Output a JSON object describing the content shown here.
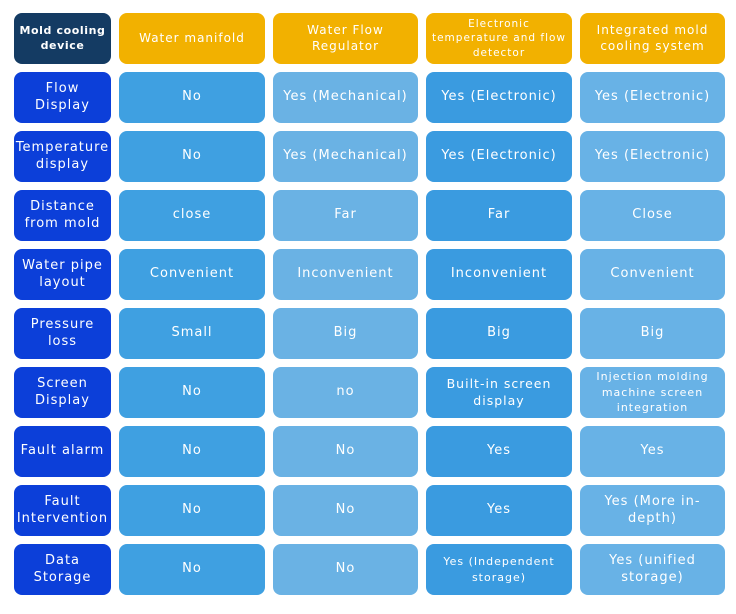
{
  "table": {
    "corner": "Mold cooling device",
    "columns": [
      "Water manifold",
      "Water Flow Regulator",
      "Electronic temperature and flow detector",
      "Integrated mold cooling system"
    ],
    "rows": [
      {
        "label": "Flow Display",
        "values": [
          "No",
          "Yes (Mechanical)",
          "Yes (Electronic)",
          "Yes (Electronic)"
        ]
      },
      {
        "label": "Temperature display",
        "values": [
          "No",
          "Yes (Mechanical)",
          "Yes (Electronic)",
          "Yes (Electronic)"
        ]
      },
      {
        "label": "Distance from mold",
        "values": [
          "close",
          "Far",
          "Far",
          "Close"
        ]
      },
      {
        "label": "Water pipe layout",
        "values": [
          "Convenient",
          "Inconvenient",
          "Inconvenient",
          "Convenient"
        ]
      },
      {
        "label": "Pressure loss",
        "values": [
          "Small",
          "Big",
          "Big",
          "Big"
        ]
      },
      {
        "label": "Screen Display",
        "values": [
          "No",
          "no",
          "Built-in screen display",
          "Injection molding machine screen integration"
        ]
      },
      {
        "label": "Fault alarm",
        "values": [
          "No",
          "No",
          "Yes",
          "Yes"
        ]
      },
      {
        "label": "Fault Intervention",
        "values": [
          "No",
          "No",
          "Yes",
          "Yes (More in-depth)"
        ]
      },
      {
        "label": "Data Storage",
        "values": [
          "No",
          "No",
          "Yes (Independent storage)",
          "Yes (unified storage)"
        ]
      }
    ]
  },
  "colors": {
    "corner_bg": "#143b63",
    "header_bg": "#f2b100",
    "row_label_bg": "#0c3fd9",
    "column_bgs": [
      "#3fa0e1",
      "#6ab2e4",
      "#3a9be0",
      "#68b2e6"
    ]
  }
}
